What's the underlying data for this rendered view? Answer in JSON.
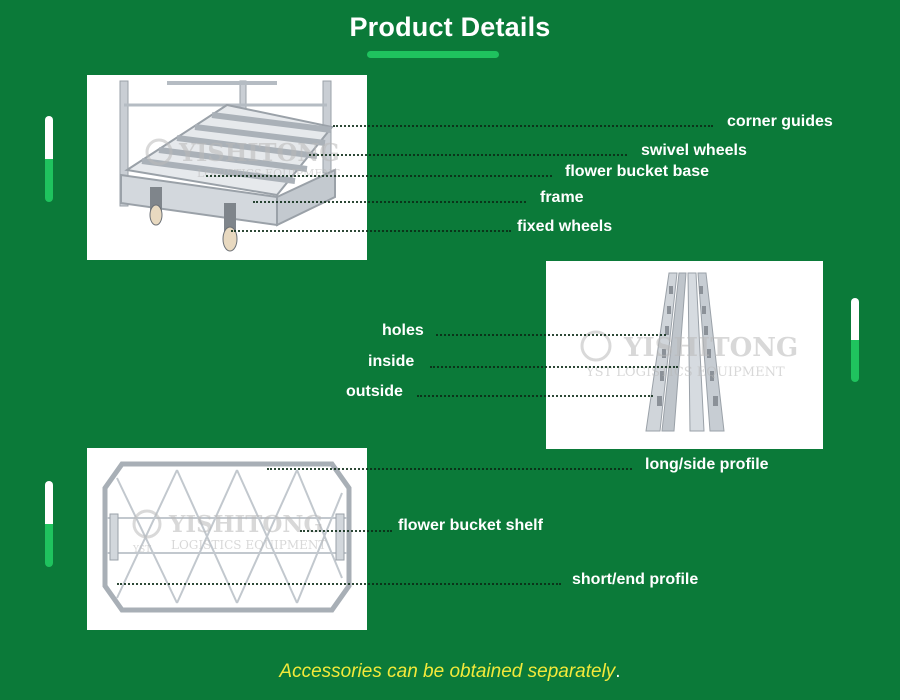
{
  "header": {
    "title": "Product Details"
  },
  "photos": {
    "trolley_base": {
      "icon": "trolley-base-photo",
      "watermark": "YISHITONG",
      "watermark_sub": "LOGISTICS EQUIPMENT"
    },
    "profile": {
      "icon": "profile-rail-photo",
      "watermark": "YISHITONG",
      "watermark_sub": "YST LOGISTICS EQUIPMENT"
    },
    "shelf": {
      "icon": "shelf-frame-photo",
      "watermark": "YISHITONG",
      "watermark_sub": "LOGISTICS EQUIPMENT",
      "watermark_tag": "YST"
    }
  },
  "labels": {
    "corner_guides": "corner guides",
    "swivel_wheels": "swivel wheels",
    "flower_bucket_base": "flower bucket base",
    "frame": "frame",
    "fixed_wheels": "fixed wheels",
    "holes": "holes",
    "inside": "inside",
    "outside": "outside",
    "long_side_profile": "long/side profile",
    "flower_bucket_shelf": "flower bucket shelf",
    "short_end_profile": "short/end profile"
  },
  "footer": {
    "text": "Accessories can be obtained separately",
    "suffix": "."
  },
  "colors": {
    "background": "#0b7a39",
    "accent": "#1fc35e",
    "footer_text": "#f2e93a"
  }
}
